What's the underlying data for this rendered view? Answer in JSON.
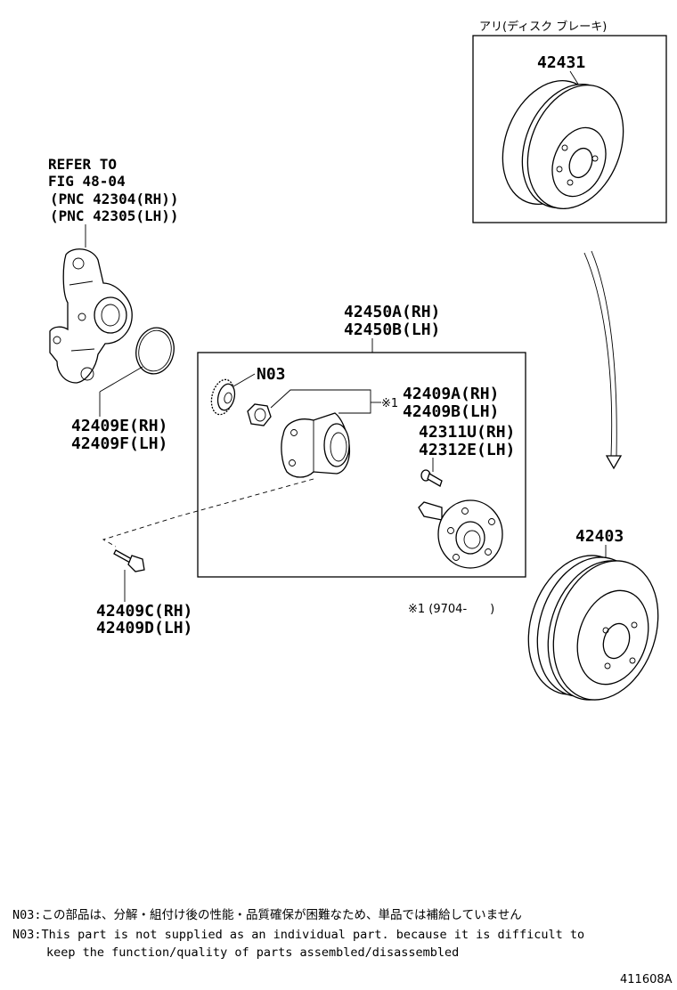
{
  "disc_box": {
    "caption": "アリ(ディスク ブレーキ)",
    "part_no": "42431"
  },
  "knuckle_ref": {
    "line1": "REFER TO",
    "line2": "FIG 48-04",
    "line3": "(PNC 42304(RH))",
    "line4": "(PNC 42305(LH))"
  },
  "parts": {
    "hub_assy_rh": "42450A(RH)",
    "hub_assy_lh": "42450B(LH)",
    "sensor_rotor": "N03",
    "bearing_rh": "42409A(RH)",
    "bearing_lh": "42409B(LH)",
    "note_mark": "※1",
    "hub_bolt_rh": "42311U(RH)",
    "hub_bolt_lh": "42312E(LH)",
    "oring_rh": "42409E(RH)",
    "oring_lh": "42409F(LH)",
    "bolt_rh": "42409C(RH)",
    "bolt_lh": "42409D(LH)",
    "drum": "42403"
  },
  "date_note": "※1 (9704-　　)",
  "footnotes": {
    "jp": "N03:この部品は、分解・組付け後の性能・品質確保が困難なため、単品では補給していません",
    "en1": "N03:This part is not supplied as an individual part. because it is difficult to",
    "en2": "keep the function/quality of parts assembled/disassembled"
  },
  "figure_id": "411608A"
}
